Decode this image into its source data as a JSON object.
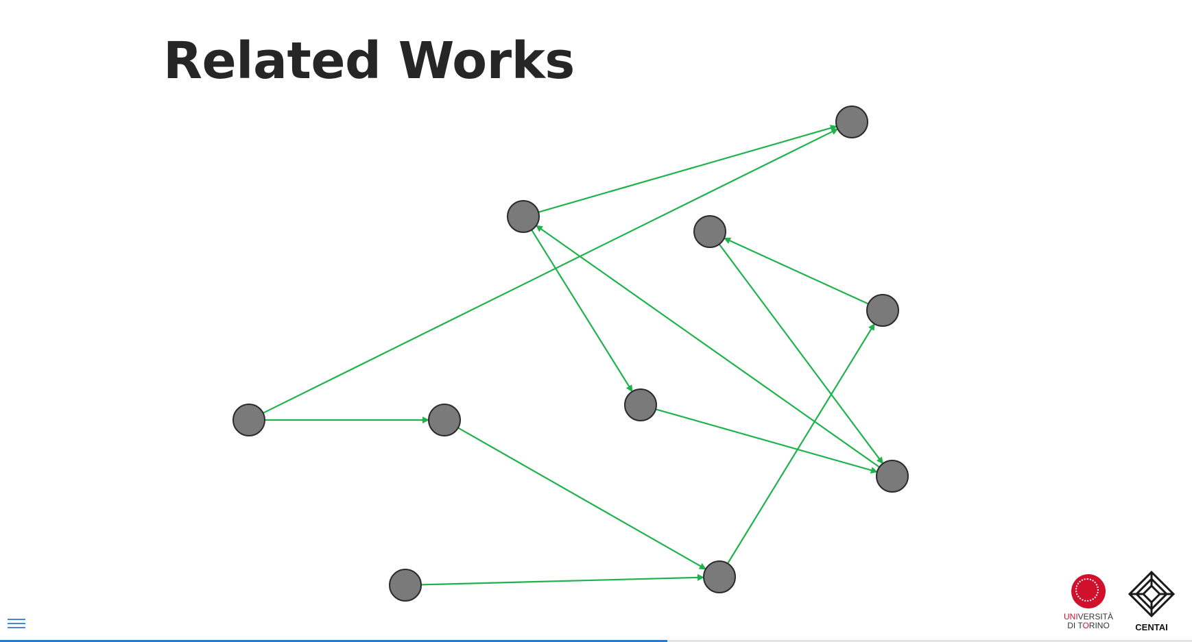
{
  "slide": {
    "title": "Related Works",
    "progress_fraction": 0.56
  },
  "colors": {
    "edge": "#1db34a",
    "node_fill": "#7a7a7a",
    "node_stroke": "#2b2b2b",
    "progress": "#2d78c8",
    "menu": "#4a86d4",
    "unito_red": "#d1102d"
  },
  "graph": {
    "nodes": [
      "n1",
      "n2",
      "n3",
      "n4",
      "n5",
      "n6",
      "n7",
      "n8",
      "n9",
      "n10"
    ],
    "edges": [
      {
        "from": "n2",
        "to": "n1"
      },
      {
        "from": "n5",
        "to": "n1"
      },
      {
        "from": "n2",
        "to": "n7"
      },
      {
        "from": "n9",
        "to": "n2"
      },
      {
        "from": "n4",
        "to": "n3"
      },
      {
        "from": "n3",
        "to": "n9"
      },
      {
        "from": "n5",
        "to": "n6"
      },
      {
        "from": "n7",
        "to": "n9"
      },
      {
        "from": "n10",
        "to": "n4"
      },
      {
        "from": "n6",
        "to": "n10"
      },
      {
        "from": "n8",
        "to": "n10"
      }
    ]
  },
  "logos": {
    "unito_line1_red": "UNI",
    "unito_line1_rest": "VERSITÀ",
    "unito_line2_a": "DI T",
    "unito_line2_red": "O",
    "unito_line2_b": "RINO",
    "centai": "CENTAI"
  },
  "icons": {
    "menu": "hamburger-menu-icon"
  }
}
